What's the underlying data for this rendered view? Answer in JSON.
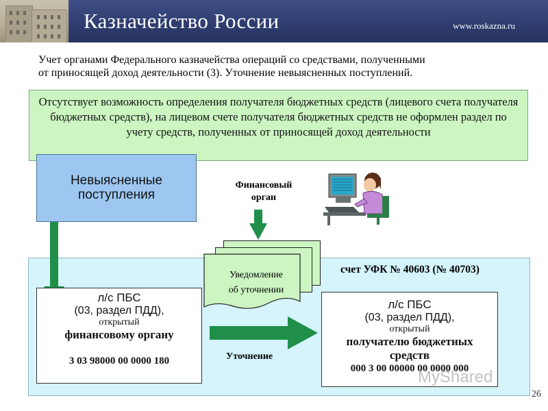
{
  "header": {
    "title": "Казначейство России",
    "website": "www.roskazna.ru"
  },
  "subtitle": {
    "line1": "Учет органами Федерального казначейства операций со средствами, полученными",
    "line2": "от приносящей доход деятельности (3). Уточнение невыясненных поступлений."
  },
  "note": "Отсутствует возможность определения получателя бюджетных средств (лицевого счета получателя бюджетных средств), на лицевом счете получателя бюджетных средств не оформлен раздел по учету средств, полученных от приносящей доход деятельности",
  "unclear": {
    "line1": "Невыясненные",
    "line2": "поступления"
  },
  "financial_body": {
    "line1": "Финансовый",
    "line2": "орган"
  },
  "notice": {
    "line1": "Уведомление",
    "line2": "об уточнении"
  },
  "account": "счет УФК № 40603 (№ 40703)",
  "left_account": {
    "ls": "л/с ПБС",
    "section": "(03, раздел ПДД),",
    "opened": "открытый",
    "to": "финансовому органу",
    "code": "3 03 98000 00 0000 180"
  },
  "right_account": {
    "ls": "л/с ПБС",
    "section": "(03, раздел ПДД),",
    "opened": "открытый",
    "to_line1": "получателю бюджетных",
    "to_line2": "средств",
    "code": "000 3 00 00000 00 0000 000"
  },
  "clarification": "Уточнение",
  "page_number": "26",
  "watermark": "MyShared",
  "colors": {
    "header": "#2f3d70",
    "note_bg": "#ccf5c2",
    "area_bg": "#d5f4fb",
    "unclear_bg": "#9dc7f1",
    "arrow": "#1f8f4a"
  },
  "icons": {
    "person": "person-at-computer-icon"
  }
}
